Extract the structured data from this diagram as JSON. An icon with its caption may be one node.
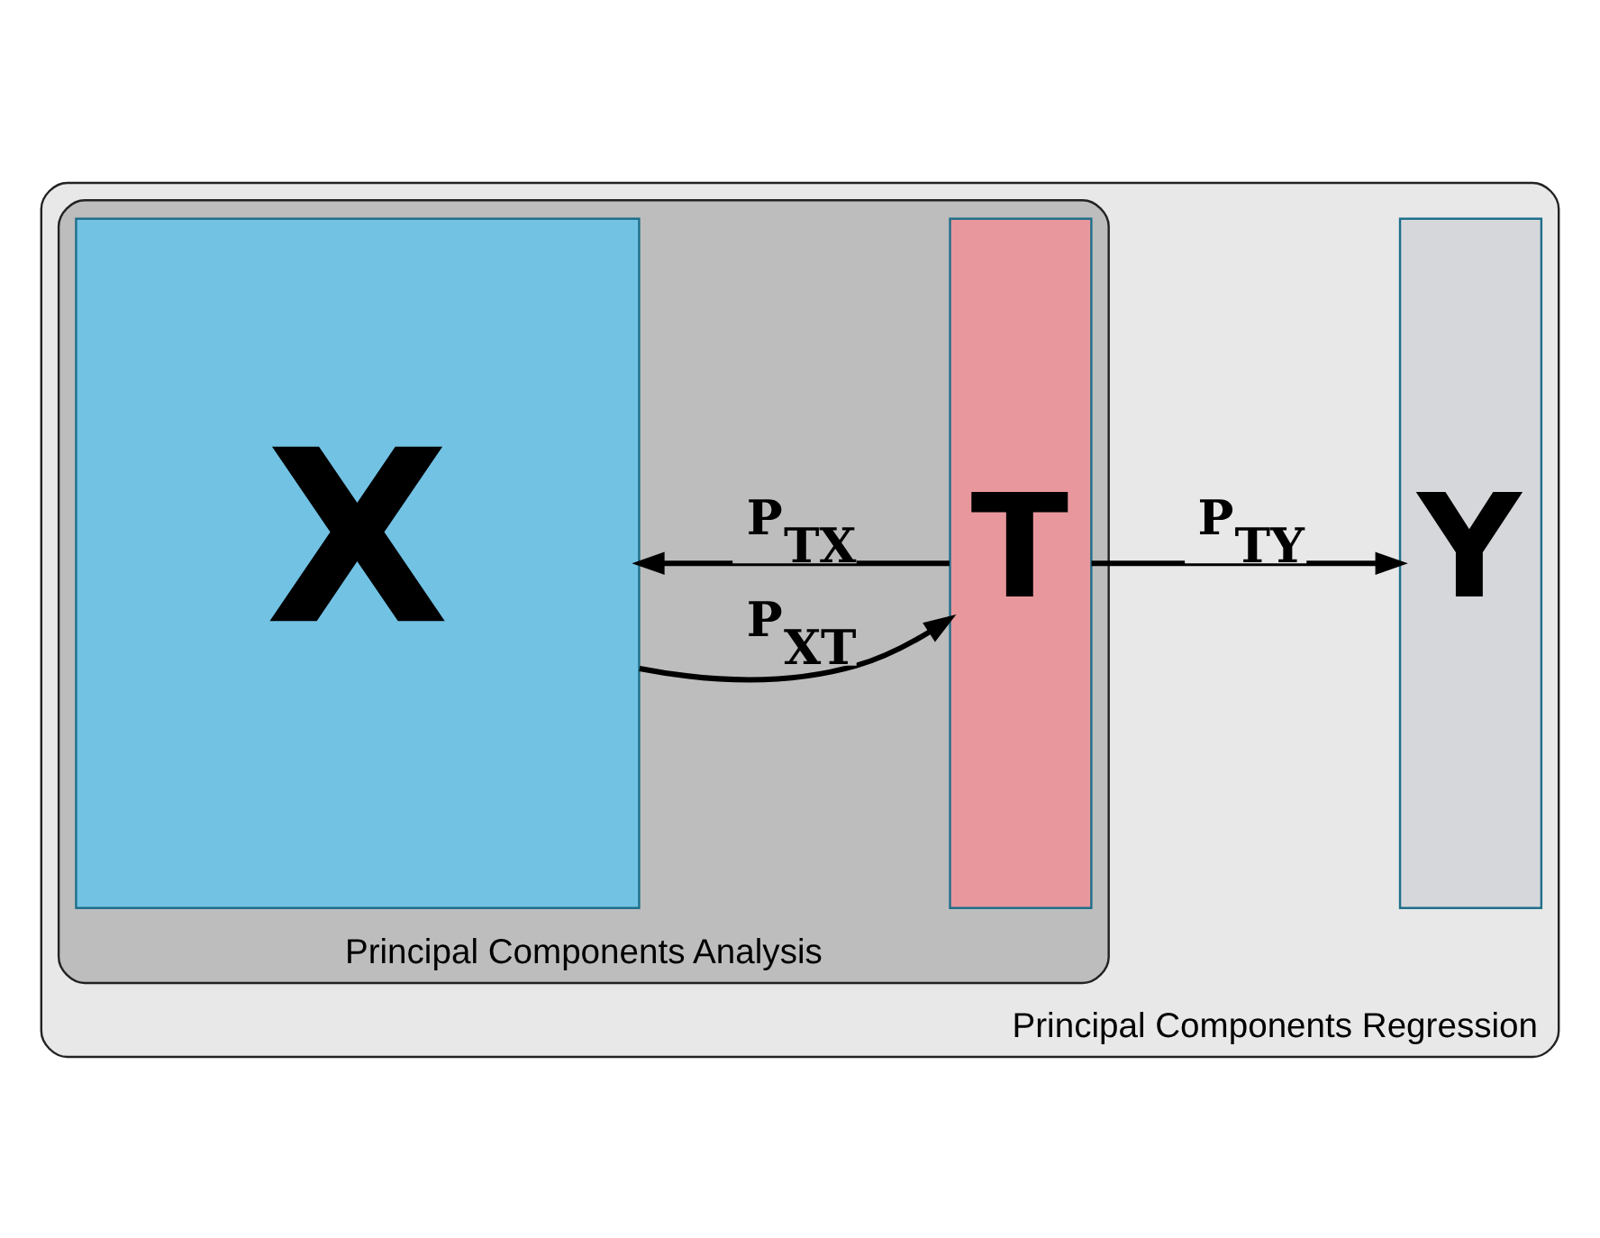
{
  "diagram": {
    "nodes": [
      {
        "text": [
          "Principal Components Regression"
        ]
      },
      {
        "text": [
          "Principal Components Analysis"
        ],
        "in": 0
      },
      {
        "text": [
          "X"
        ],
        "in": 1
      },
      {
        "text": [
          "T"
        ],
        "in": 1
      },
      {
        "text": [
          "Y"
        ],
        "in": 0
      }
    ],
    "edges": [
      {
        "from": 2,
        "to": 3,
        "arrow": "to",
        "label": "P$_{XT}$"
      },
      {
        "from": 3,
        "to": 2,
        "arrow": "to",
        "label": "P$_{TX}$"
      },
      {
        "from": 3,
        "to": 4,
        "arrow": "to",
        "label": "P$_{TY}$"
      }
    ]
  }
}
